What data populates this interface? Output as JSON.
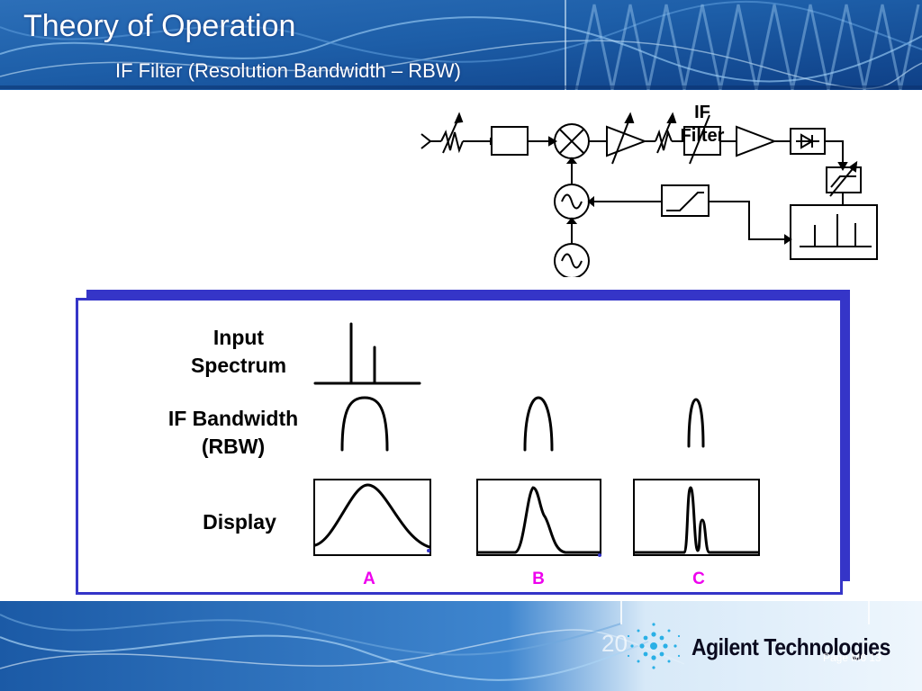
{
  "slide": {
    "title": "Theory of Operation",
    "subtitle": "IF Filter (Resolution Bandwidth – RBW)",
    "page_label": "Page M6 13"
  },
  "block_diagram": {
    "if_filter_label": [
      "IF",
      "Filter"
    ],
    "icons": [
      "antenna-icon",
      "variable-attenuator-icon",
      "low-pass-filter-icon",
      "mixer-icon",
      "local-oscillator-icon",
      "reference-oscillator-icon",
      "ramp-generator-icon",
      "log-amplifier-icon",
      "if-filter-icon",
      "amplifier-icon",
      "envelope-detector-icon",
      "video-filter-icon",
      "display-icon"
    ]
  },
  "comparison": {
    "row_labels": {
      "input": [
        "Input",
        "Spectrum"
      ],
      "rbw": [
        "IF Bandwidth",
        "(RBW)"
      ],
      "display": "Display"
    },
    "columns": [
      "A",
      "B",
      "C"
    ]
  },
  "footer": {
    "logo_text": "Agilent Technologies",
    "background_text": "20"
  },
  "colors": {
    "panel_border": "#3535c8",
    "column_letters": "#ee00ee",
    "banner": "#1c5fa8"
  }
}
